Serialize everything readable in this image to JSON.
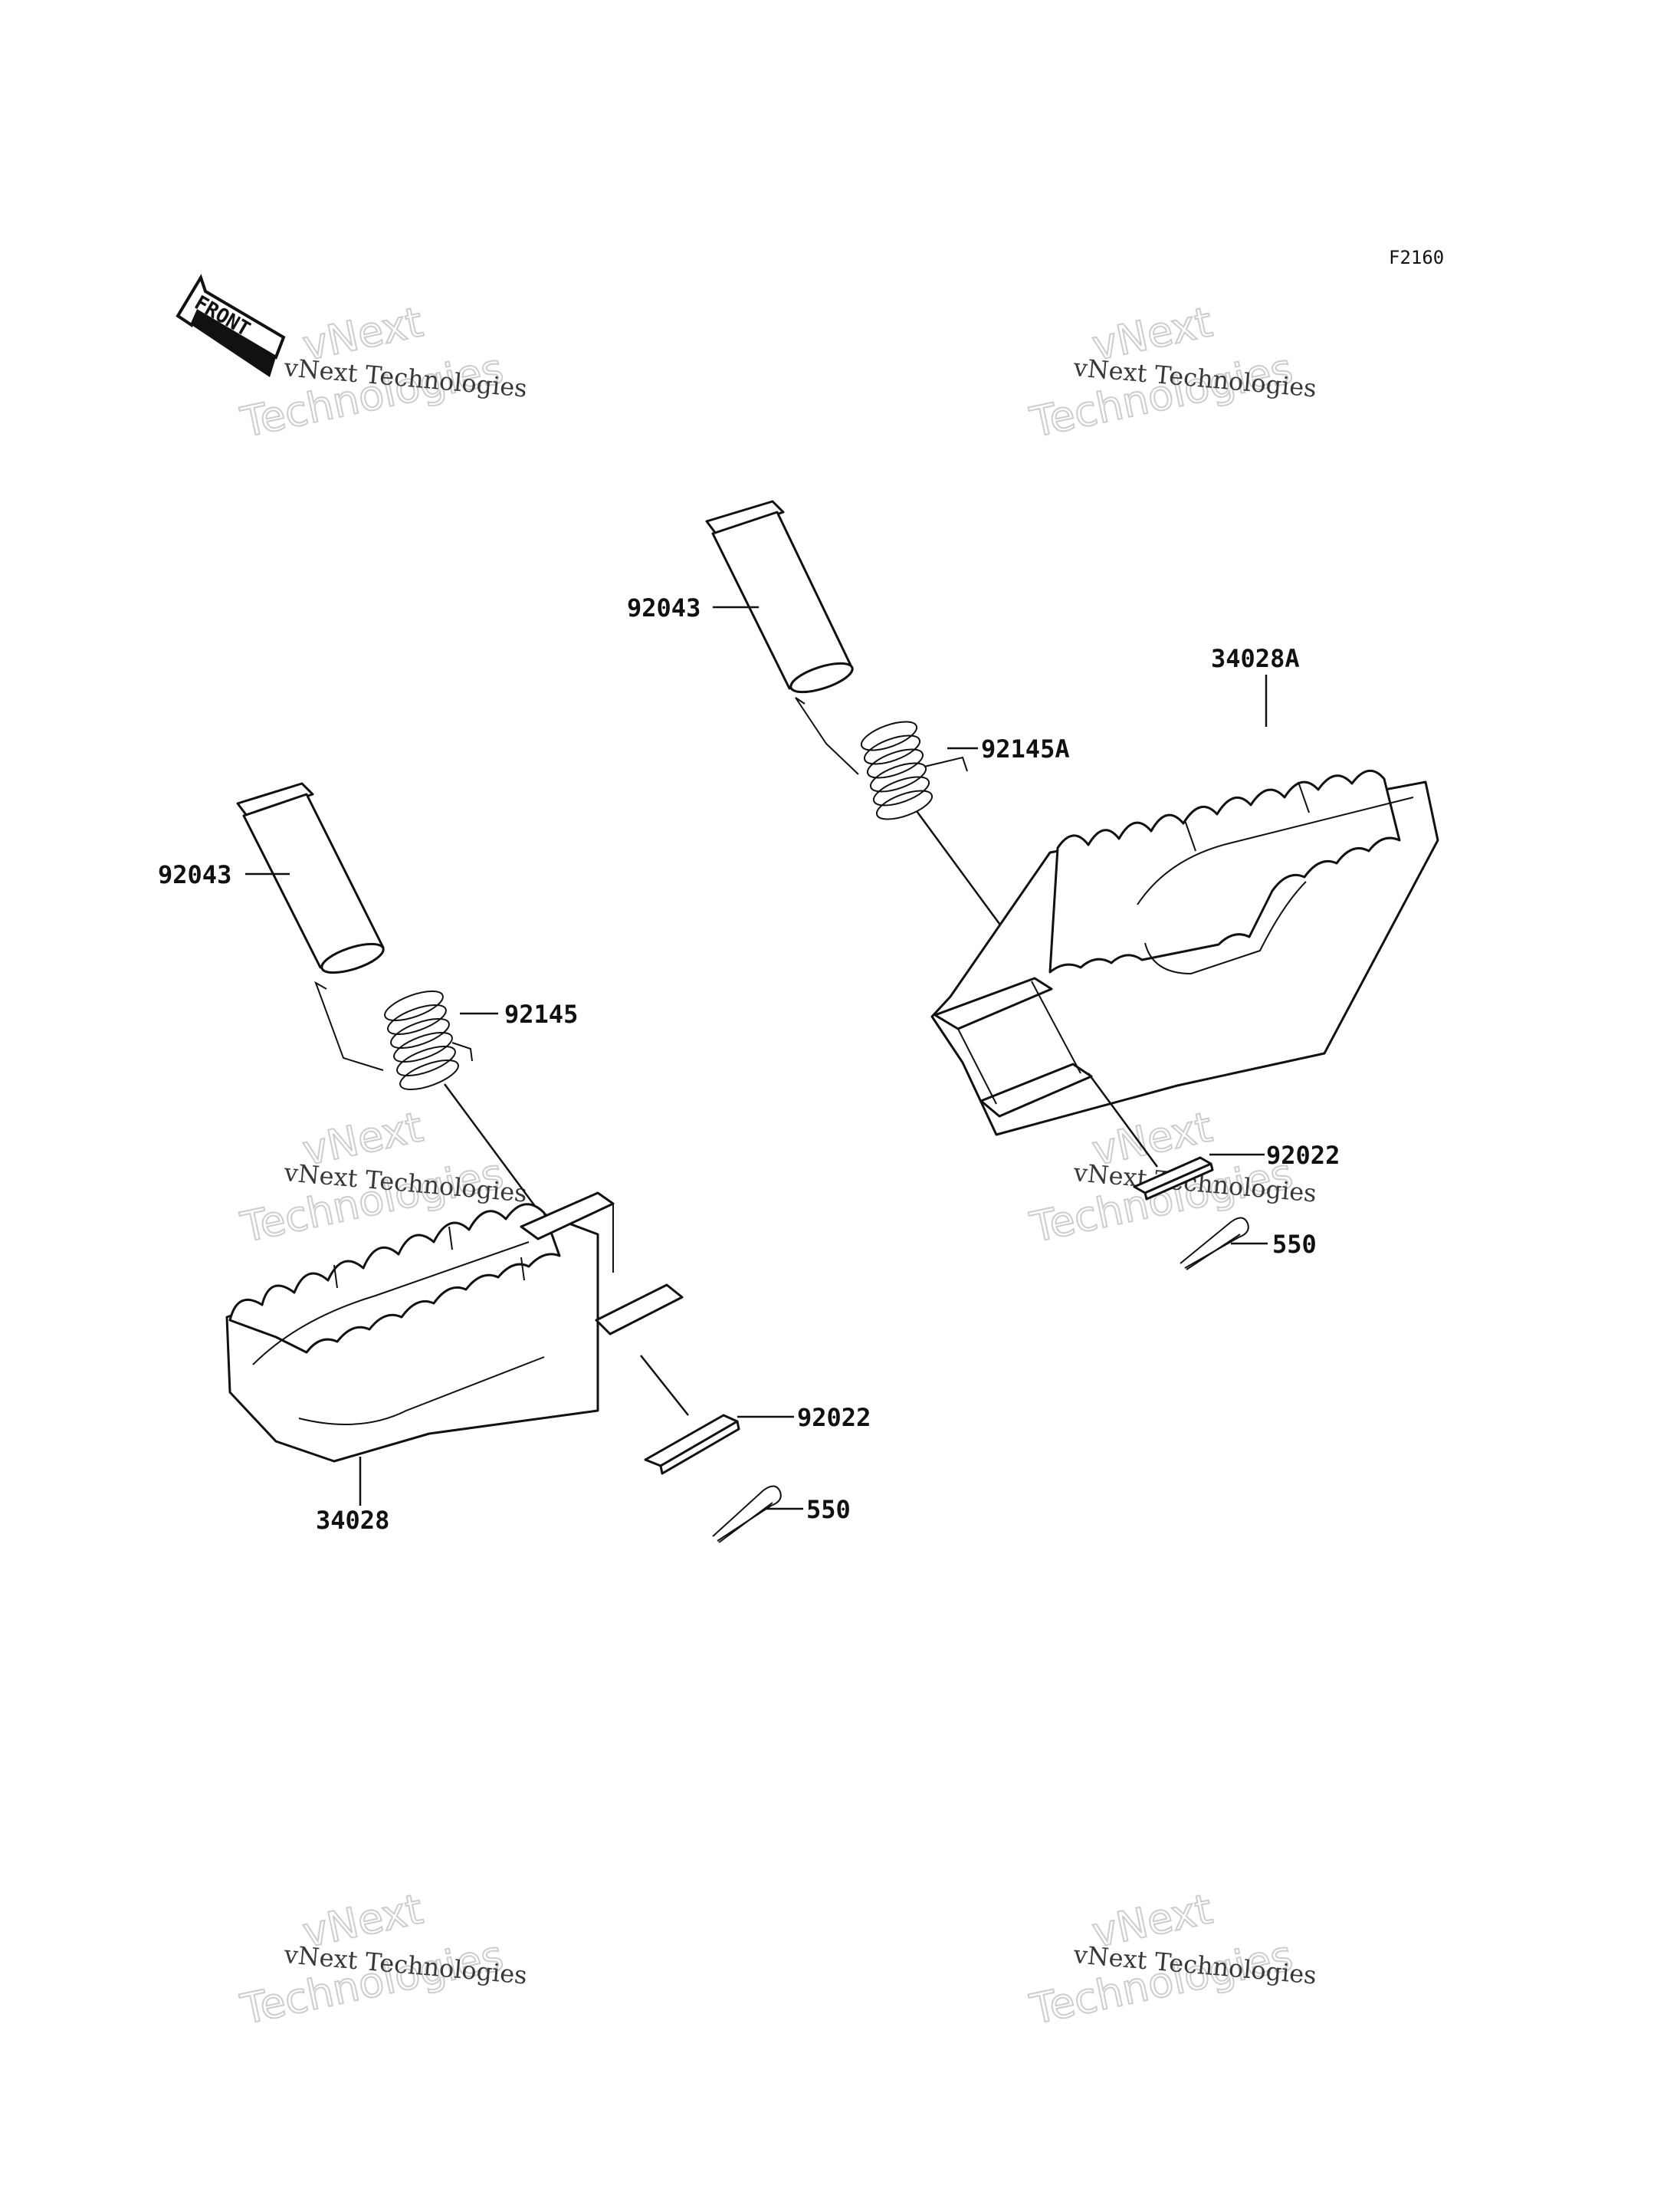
{
  "diagram_code": "F2160",
  "front_arrow_label": "FRONT",
  "watermark": {
    "small": "vNext Technologies",
    "big_line1": "vNext",
    "big_line2": "Technologies"
  },
  "callouts": {
    "right_pin": "92043",
    "right_spring": "92145A",
    "right_footpeg": "34028A",
    "right_washer": "92022",
    "right_cotter": "550",
    "left_pin": "92043",
    "left_spring": "92145",
    "left_footpeg": "34028",
    "left_washer": "92022",
    "left_cotter": "550"
  }
}
